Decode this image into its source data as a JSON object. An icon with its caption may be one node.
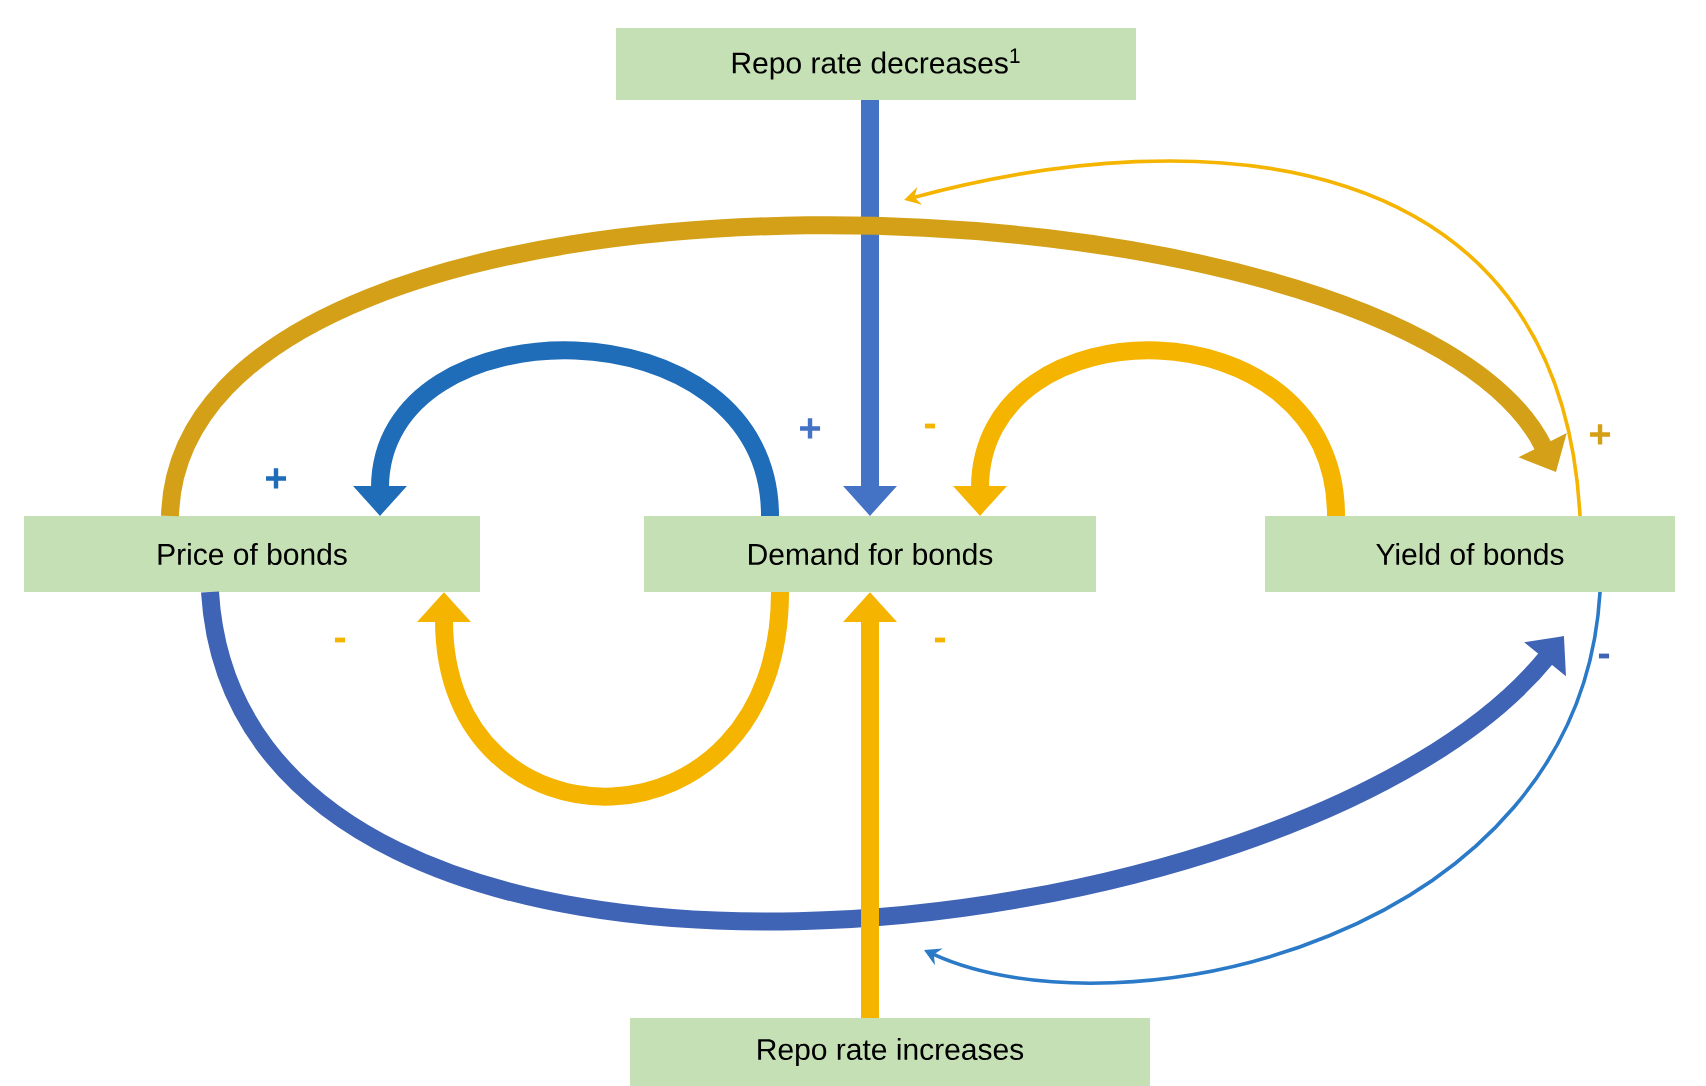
{
  "diagram": {
    "nodes": [
      {
        "text": [
          "Repo rate decreases$^{1}$"
        ]
      },
      {
        "text": [
          "Price of bonds"
        ]
      },
      {
        "text": [
          "Demand for bonds"
        ]
      },
      {
        "text": [
          "Yield of bonds"
        ]
      },
      {
        "text": [
          "Repo rate increases"
        ]
      }
    ],
    "edges": [
      {
        "from": 0,
        "to": 2,
        "arrow": "to",
        "label": "+",
        "color": "#4472c4"
      },
      {
        "from": 2,
        "to": 1,
        "arrow": "to",
        "label": "+",
        "color": "#1f6cb8"
      },
      {
        "from": 3,
        "to": 2,
        "arrow": "to",
        "label": "-",
        "color": "#f5b400"
      },
      {
        "from": 1,
        "to": 3,
        "arrow": "to",
        "label": "+",
        "color": "#d4a017"
      },
      {
        "from": 2,
        "to": 1,
        "arrow": "to",
        "label": "-",
        "color": "#f5b400"
      },
      {
        "from": 1,
        "to": 3,
        "arrow": "to",
        "label": "-",
        "color": "#3f63b5"
      },
      {
        "from": 4,
        "to": 2,
        "arrow": "to",
        "label": "-",
        "color": "#f5b400"
      },
      {
        "from": 3,
        "to": null,
        "arrow": "to",
        "color": "#f5b400"
      },
      {
        "from": 3,
        "to": null,
        "arrow": "to",
        "color": "#2a7ac8"
      }
    ]
  }
}
